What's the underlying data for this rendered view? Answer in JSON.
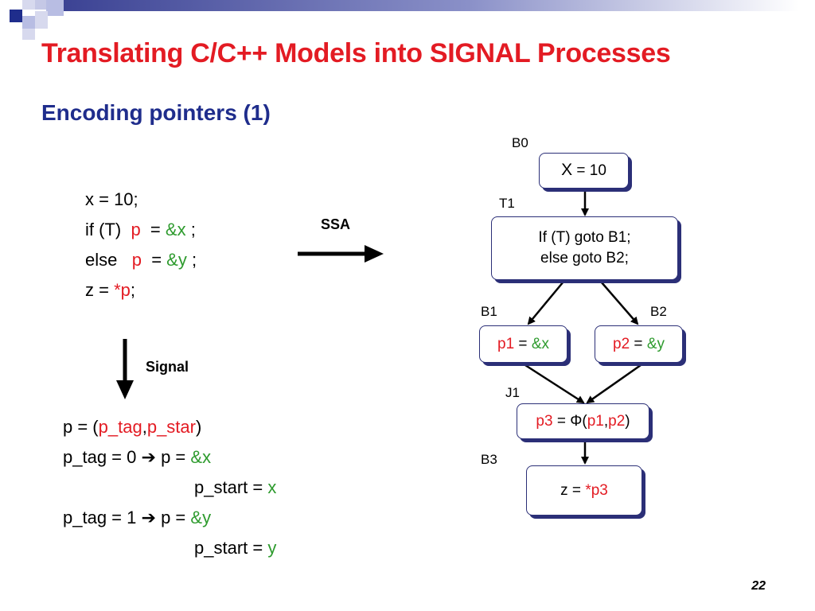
{
  "slide": {
    "title": "Translating C/C++ Models into SIGNAL Processes",
    "subtitle": "Encoding pointers (1)",
    "page_number": "22"
  },
  "colors": {
    "title": "#e31b23",
    "subtitle": "#1f2d8c",
    "red": "#e31b23",
    "green": "#2e9b2e",
    "node_border": "#2b2f77"
  },
  "code": {
    "line1": "x = 10;",
    "line2": {
      "a": "if (T)",
      "b": "p",
      "c": "=",
      "d": "&x",
      "e": ";"
    },
    "line3": {
      "a": "else",
      "b": "p",
      "c": "=",
      "d": "&y",
      "e": ";"
    },
    "line4": {
      "a": "z =",
      "b": "*p",
      "c": ";"
    }
  },
  "arrows": {
    "ssa": "SSA",
    "signal": "Signal"
  },
  "signal_code": {
    "l1": {
      "a": "p = (",
      "b": "p_tag",
      "c": ",",
      "d": "p_star",
      "e": ")"
    },
    "l2": {
      "a": "p_tag = 0",
      "arrow": "➔",
      "b": "p =",
      "c": "&x"
    },
    "l3": {
      "a": "p_start =",
      "b": "x"
    },
    "l4": {
      "a": "p_tag = 1",
      "arrow": "➔",
      "b": "p =",
      "c": "&y"
    },
    "l5": {
      "a": "p_start =",
      "b": "y"
    }
  },
  "cfg": {
    "labels": {
      "b0": "B0",
      "t1": "T1",
      "b1": "B1",
      "b2": "B2",
      "j1": "J1",
      "b3": "B3"
    },
    "node_b0": {
      "a": "X",
      "b": "= 10"
    },
    "node_t1": {
      "line1": "If (T) goto B1;",
      "line2": "else goto B2;"
    },
    "node_b1": {
      "a": "p1",
      "b": "=",
      "c": "&x"
    },
    "node_b2": {
      "a": "p2",
      "b": "=",
      "c": "&y"
    },
    "node_j1": {
      "a": "p3",
      "b": "= Φ(",
      "c": "p1",
      "d": ",",
      "e": "p2",
      "f": ")"
    },
    "node_b3": {
      "a": "z =",
      "b": "*p3"
    }
  }
}
